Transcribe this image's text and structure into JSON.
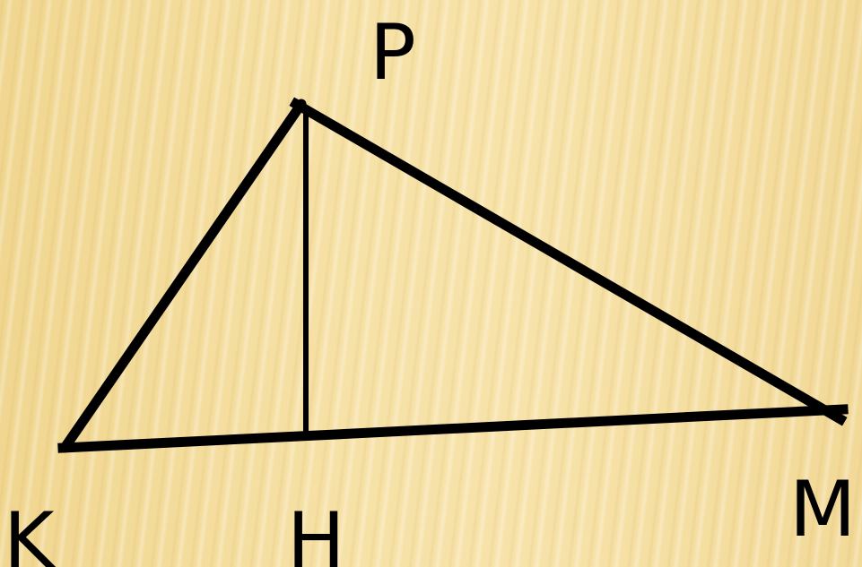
{
  "diagram": {
    "labels": {
      "P": "P",
      "K": "K",
      "H": "H",
      "M": "M"
    },
    "colors": {
      "stroke": "#000000",
      "background": "#f4dd9a"
    }
  }
}
